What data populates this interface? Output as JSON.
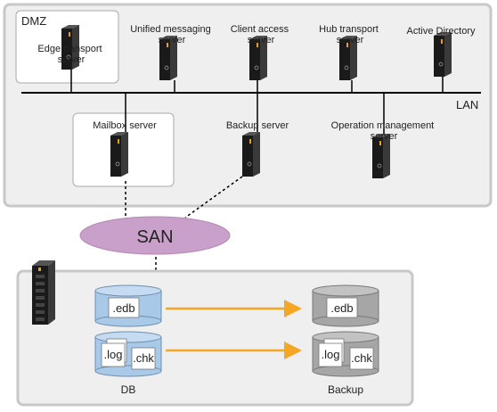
{
  "dmz_label": "DMZ",
  "lan_label": "LAN",
  "san_label": "SAN",
  "servers": {
    "edge_transport": [
      "Edge transport",
      "server"
    ],
    "unified_messaging": [
      "Unified messaging",
      "server"
    ],
    "client_access": [
      "Client access",
      "server"
    ],
    "hub_transport": [
      "Hub transport",
      "server"
    ],
    "active_directory": [
      "Active Directory"
    ],
    "mailbox": [
      "Mailbox server"
    ],
    "backup": [
      "Backup server"
    ],
    "operation_management": [
      "Operation management",
      "server"
    ]
  },
  "storage": {
    "db_label": "DB",
    "backup_label": "Backup",
    "db_edb_file": ".edb",
    "db_log_file": ".log",
    "db_chk_file": ".chk",
    "backup_edb_file": ".edb",
    "backup_log_file": ".log",
    "backup_chk_file": ".chk"
  },
  "colors": {
    "db_cylinder": "#a9c9e9",
    "backup_cylinder": "#a6a6a6",
    "copy_arrow": "#f5a623",
    "san_cloud": "#c9a0c9",
    "panel_fill": "#efefef"
  }
}
